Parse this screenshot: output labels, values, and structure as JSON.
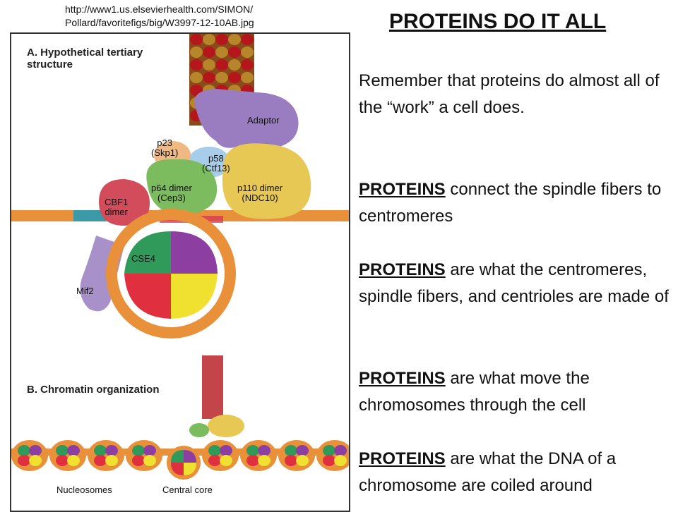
{
  "figure": {
    "source_url_line1": "http://www1.us.elsevierhealth.com/SIMON/",
    "source_url_line2": "Pollard/favoritefigs/big/W3997-12-10AB.jpg",
    "panel_a_title_line1": "A. Hypothetical tertiary",
    "panel_a_title_line2": "structure",
    "panel_b_title": "B. Chromatin organization",
    "labels": {
      "adaptor": "Adaptor",
      "p23": "p23",
      "skp1": "(Skp1)",
      "p58": "p58",
      "ctf13": "(Ctf13)",
      "p64": "p64 dimer",
      "cep3": "(Cep3)",
      "p110": "p110 dimer",
      "ndc10": "(NDC10)",
      "cbf1": "CBF1",
      "cbf1_dimer": "dimer",
      "cse4": "CSE4",
      "mif2": "Mif2",
      "nucleosomes": "Nucleosomes",
      "central_core": "Central core"
    },
    "colors": {
      "dna_orange": "#e8903a",
      "fiber_red": "#b5161c",
      "fiber_gold": "#b8862a",
      "adaptor_purple": "#9a7cc0",
      "p64_green": "#7cbc5e",
      "p110_yellow": "#e8c855",
      "p23_peach": "#f0b882",
      "p58_blue": "#a7cdea",
      "cbf1_red": "#d24c5c",
      "mif2_lavender": "#a890c9",
      "cse4_purple": "#8c3fa0",
      "cse4_green": "#2f9a5a",
      "cse4_red": "#e03040",
      "cse4_yellow": "#f0e030",
      "teal": "#3a9aa8"
    }
  },
  "slide": {
    "title": "PROTEINS DO IT ALL",
    "intro": "Remember that proteins do almost all of the “work” a cell does.",
    "points": [
      {
        "keyword": "PROTEINS",
        "rest": " connect the spindle fibers to centromeres"
      },
      {
        "keyword": "PROTEINS",
        "rest": " are what the centromeres, spindle fibers, and centrioles are made of"
      },
      {
        "keyword": "PROTEINS",
        "rest": " are what move the chromosomes through the cell"
      },
      {
        "keyword": "PROTEINS",
        "rest": " are what the DNA of a chromosome are coiled around"
      }
    ]
  }
}
